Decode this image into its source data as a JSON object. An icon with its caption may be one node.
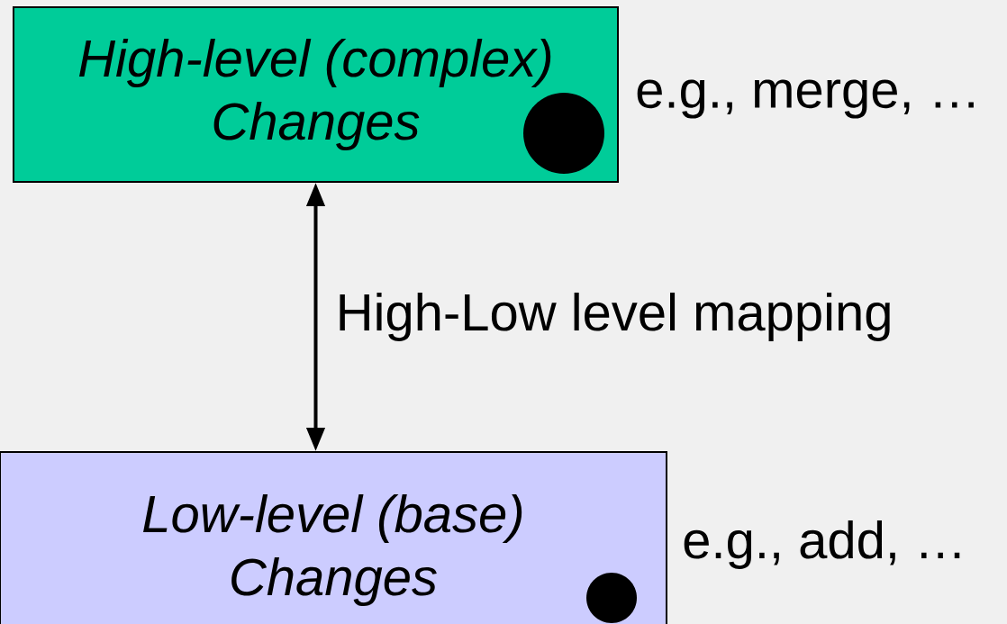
{
  "diagram": {
    "nodes": [
      {
        "text": [
          "High-level (complex) Changes"
        ],
        "beside": [
          "e.g., merge, …"
        ]
      },
      {
        "text": [],
        "shape": "circle",
        "in": 0
      },
      {
        "text": [
          "Low-level (base) Changes"
        ],
        "beside": [
          "e.g., add, …"
        ]
      },
      {
        "text": [],
        "shape": "circle",
        "in": 2
      }
    ],
    "edges": [
      {
        "from": 0,
        "to": 2,
        "arrow": "both",
        "label": "High-Low level mapping"
      }
    ]
  }
}
